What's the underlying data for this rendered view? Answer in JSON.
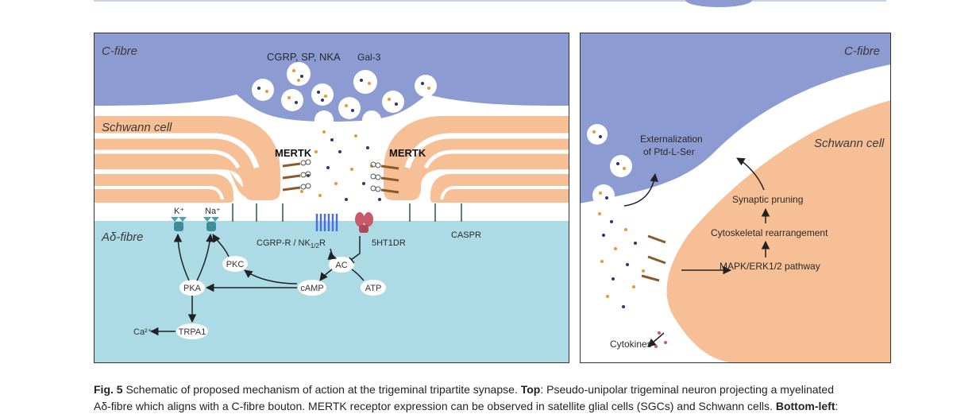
{
  "left": {
    "c_fibre": "C-fibre",
    "schwann_cell": "Schwann cell",
    "a_delta_fibre": "Aδ-fibre",
    "cgrp_sp_nka": "CGRP, SP, NKA",
    "gal3": "Gal-3",
    "mertk_left": "MERTK",
    "mertk_right": "MERTK",
    "k": "K⁺",
    "na": "Na⁺",
    "cgrp_r": "CGRP-R / NK",
    "cgrp_r_sub": "1/2",
    "cgrp_r_end": "R",
    "ht1dr": "5HT1DR",
    "caspr": "CASPR",
    "ac": "AC",
    "camp": "cAMP",
    "atp": "ATP",
    "pkc": "PKC",
    "pka": "PKA",
    "trpa1": "TRPA1",
    "ca": "Ca²⁺"
  },
  "right": {
    "c_fibre": "C-fibre",
    "schwann_cell": "Schwann cell",
    "externalization_1": "Externalization",
    "externalization_2": "of Ptd-L-Ser",
    "synaptic_pruning": "Synaptic pruning",
    "cytoskeletal": "Cytoskeletal rearrangement",
    "mapk": "MAPK/ERK1/2 pathway",
    "cytokines": "Cytokines"
  },
  "caption": {
    "fig_label": "Fig. 5",
    "line1_main": "Schematic of proposed mechanism of action at the trigeminal tripartite synapse.",
    "top_label": "Top",
    "line1_rest": ": Pseudo-unipolar trigeminal neuron projecting a myelinated",
    "line2_main": "Aδ-fibre which aligns with a C-fibre bouton. MERTK receptor expression can be observed in satellite glial cells (SGCs) and Schwann cells.",
    "bottom_left_label": "Bottom-left",
    "line2_end": ":"
  },
  "colors": {
    "c_fibre": "#8c9bd2",
    "schwann": "#f6bf95",
    "a_delta": "#acdbe6",
    "vesicle_orange": "#e49a36",
    "vesicle_navy": "#2b3570",
    "receptor_blue": "#4d6ed6",
    "receptor_red": "#c85a6a",
    "channel_teal": "#4aa3ad"
  }
}
